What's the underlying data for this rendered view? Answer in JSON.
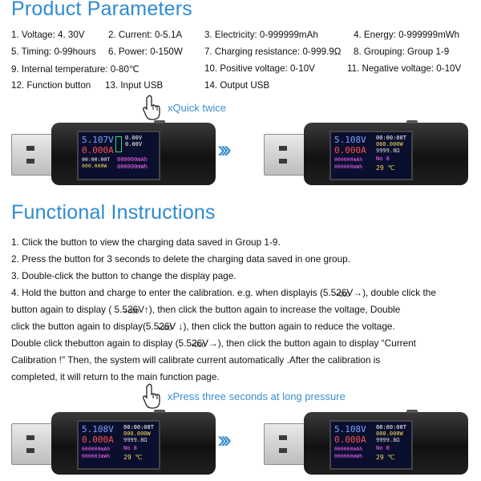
{
  "headings": {
    "parameters": "Product Parameters",
    "instructions": "Functional Instructions"
  },
  "params": [
    [
      "1. Voltage: 4. 30V",
      "2. Current: 0-5.1A",
      "3. Electricity: 0-999999mAh",
      "4. Energy: 0-999999mWh"
    ],
    [
      "5. Timing: 0-99hours",
      "6. Power: 0-150W",
      "7. Charging resistance: 0-999.9Ω",
      "8. Grouping: Group 1-9"
    ],
    [
      "9. Internal temperature: 0-80℃",
      "",
      "10. Positive voltage: 0-10V",
      "11. Negative voltage: 0-10V"
    ],
    [
      "12. Function button",
      "13. Input USB",
      "14. Output USB",
      ""
    ]
  ],
  "press_labels": {
    "quick": "xQuick twice",
    "long": "xPress three seconds at long pressure"
  },
  "instructions": {
    "l1": "1. Click the button to view the charging data saved in Group 1-9.",
    "l2": "2. Press the button for 3 seconds to delete the charging data saved in one group.",
    "l3": "3. Double-click the button to change the display page.",
    "l4a": "4. Hold the button and charge to enter the calibration. e.g. when displayis (",
    "l4a_val": "5.526V→",
    "l4a_end": "), double click the",
    "l5a": "button again to display ( ",
    "l5a_val": "5.526V↑",
    "l5a_end": "), then click the button again to increase the voltage, Double",
    "l6a": "click the button again to display(",
    "l6a_val": "5.526V ↓",
    "l6a_end": "), then click the button again to reduce the voltage.",
    "l7a": "Double click thebutton again to display (",
    "l7a_val": "5.526V→",
    "l7a_end": "), then click the button again to display “Current",
    "l8": "Calibration !\" Then, the system will calibrate current automatically .After the calibration is",
    "l9": "completed, it will return to the main function page.",
    "sub": "+000"
  },
  "screens": {
    "s1": {
      "v": "5.107V",
      "a": "0.000A",
      "r1": "0.00V",
      "r2": "0.00V",
      "r3": "",
      "t": "00:00:00T",
      "p": "000.000W",
      "mah": "000000mAh",
      "mwh": "000000mWh",
      "g": "",
      "temp": ""
    },
    "s2": {
      "v": "5.108V",
      "a": "0.000A",
      "r1": "00:00:00T",
      "r2": "000.000W",
      "r3": "9999.8Ω",
      "t": "",
      "p": "",
      "mah": "000000mAh",
      "mwh": "000000mWh",
      "g": "No  8",
      "temp": "29 ℃"
    },
    "s3": {
      "v": "5.108V",
      "a": "0.000A",
      "r1": "00:00:08T",
      "r2": "000.000W",
      "r3": "9999.8Ω",
      "t": "",
      "p": "",
      "mah": "000000mAh",
      "mwh": "000003mWh",
      "g": "No  8",
      "temp": "29 ℃"
    },
    "s4": {
      "v": "5.108V",
      "a": "0.000A",
      "r1": "00:00:00T",
      "r2": "000.000W",
      "r3": "9999.8Ω",
      "t": "",
      "p": "",
      "mah": "000000mAh",
      "mwh": "000000mWh",
      "g": "No  8",
      "temp": "29 ℃"
    }
  },
  "chevrons": "›››",
  "colors": {
    "accent": "#2e8bd0"
  }
}
